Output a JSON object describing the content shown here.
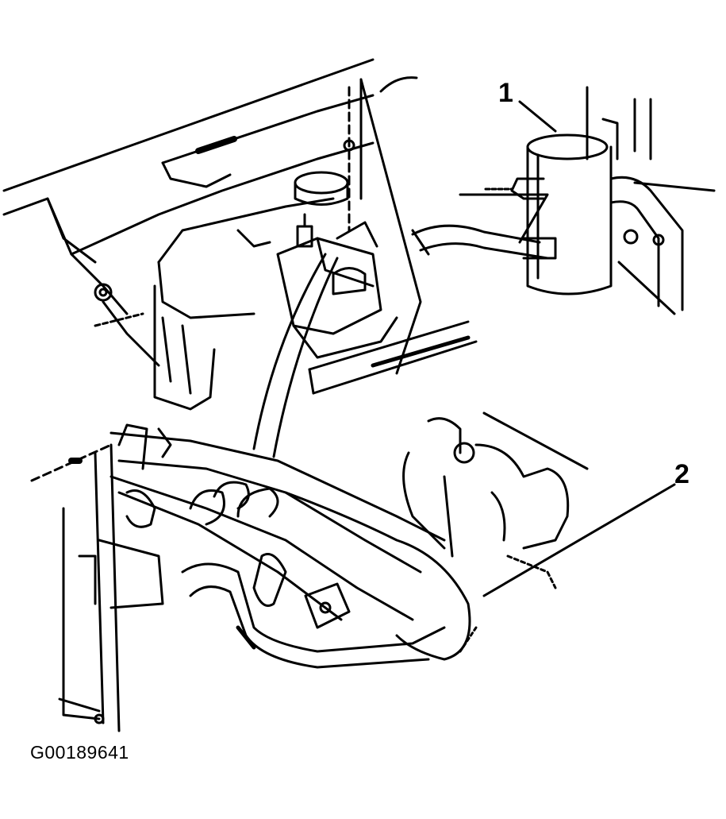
{
  "callouts": [
    {
      "id": "1",
      "text": "1"
    },
    {
      "id": "2",
      "text": "2"
    }
  ],
  "figure_id": "G00189641",
  "colors": {
    "ink": "#000000",
    "paper": "#ffffff"
  }
}
